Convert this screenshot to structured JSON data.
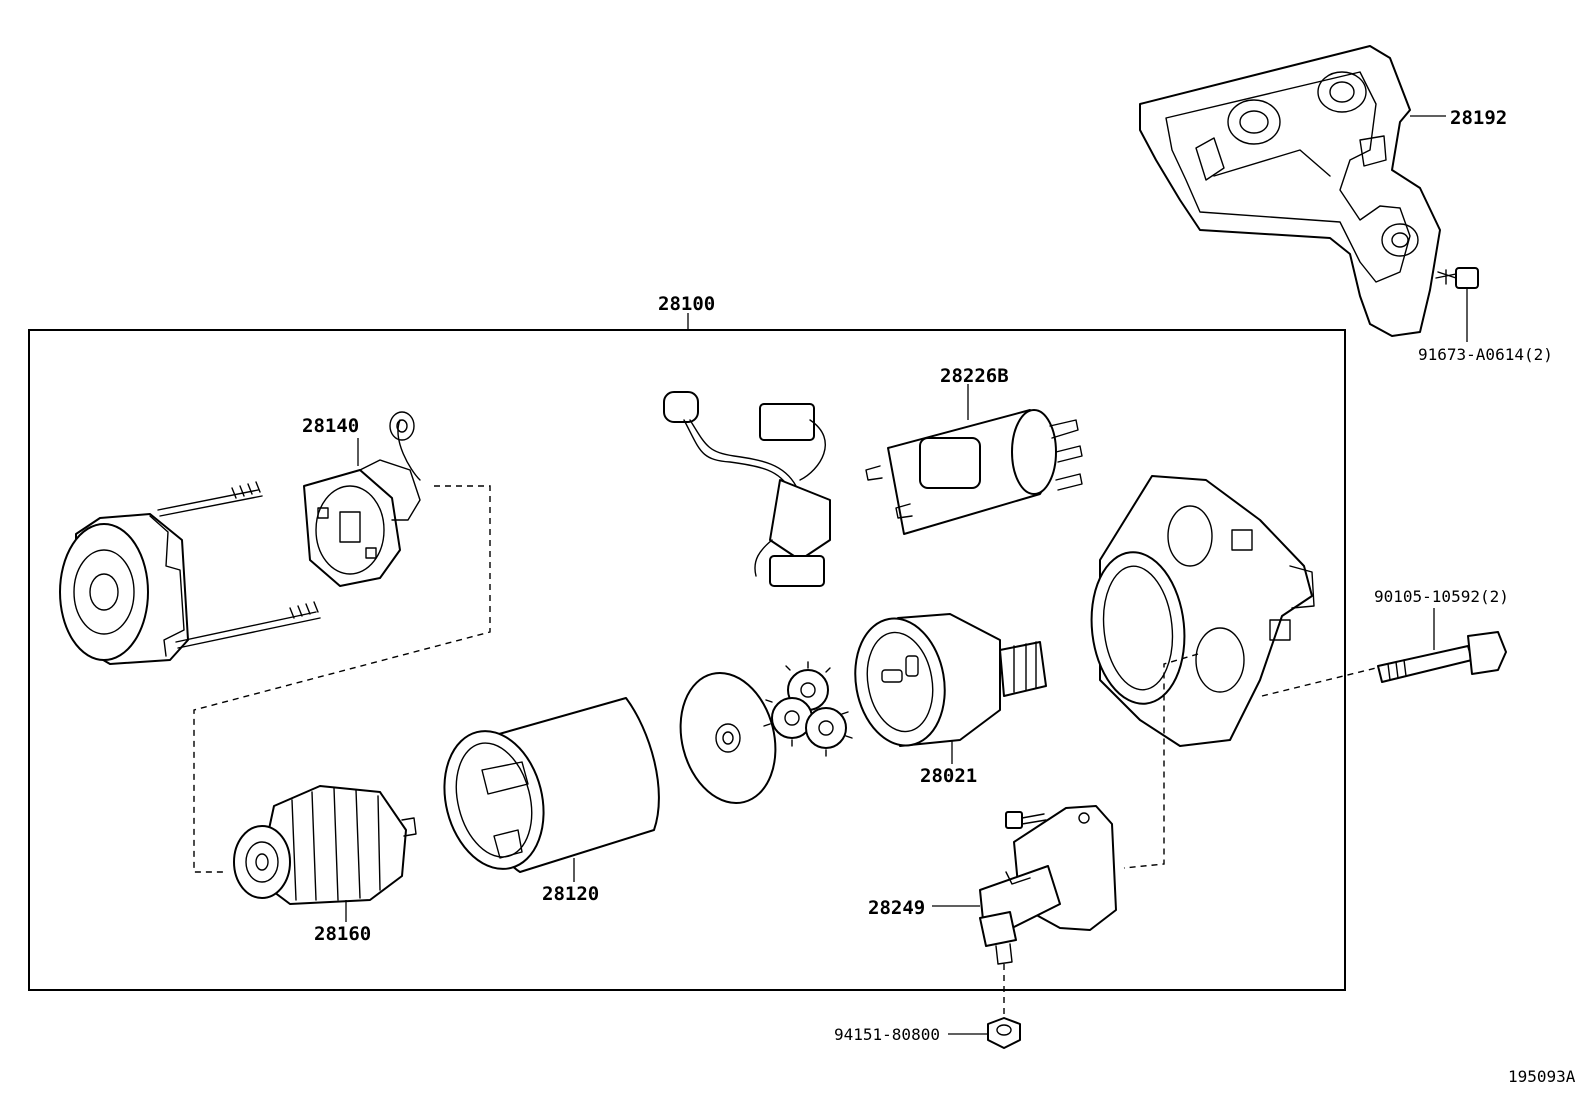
{
  "diagram": {
    "illustration_code": "195093A",
    "labels": {
      "assembly": "28100",
      "bracket": "28192",
      "bracket_bolt": "91673-A0614(2)",
      "solenoid": "28226B",
      "brush_holder": "28140",
      "housing_bolt": "90105-10592(2)",
      "clutch": "28021",
      "yoke": "28120",
      "armature": "28160",
      "terminal_insulator": "28249",
      "nut": "94151-80800"
    }
  }
}
